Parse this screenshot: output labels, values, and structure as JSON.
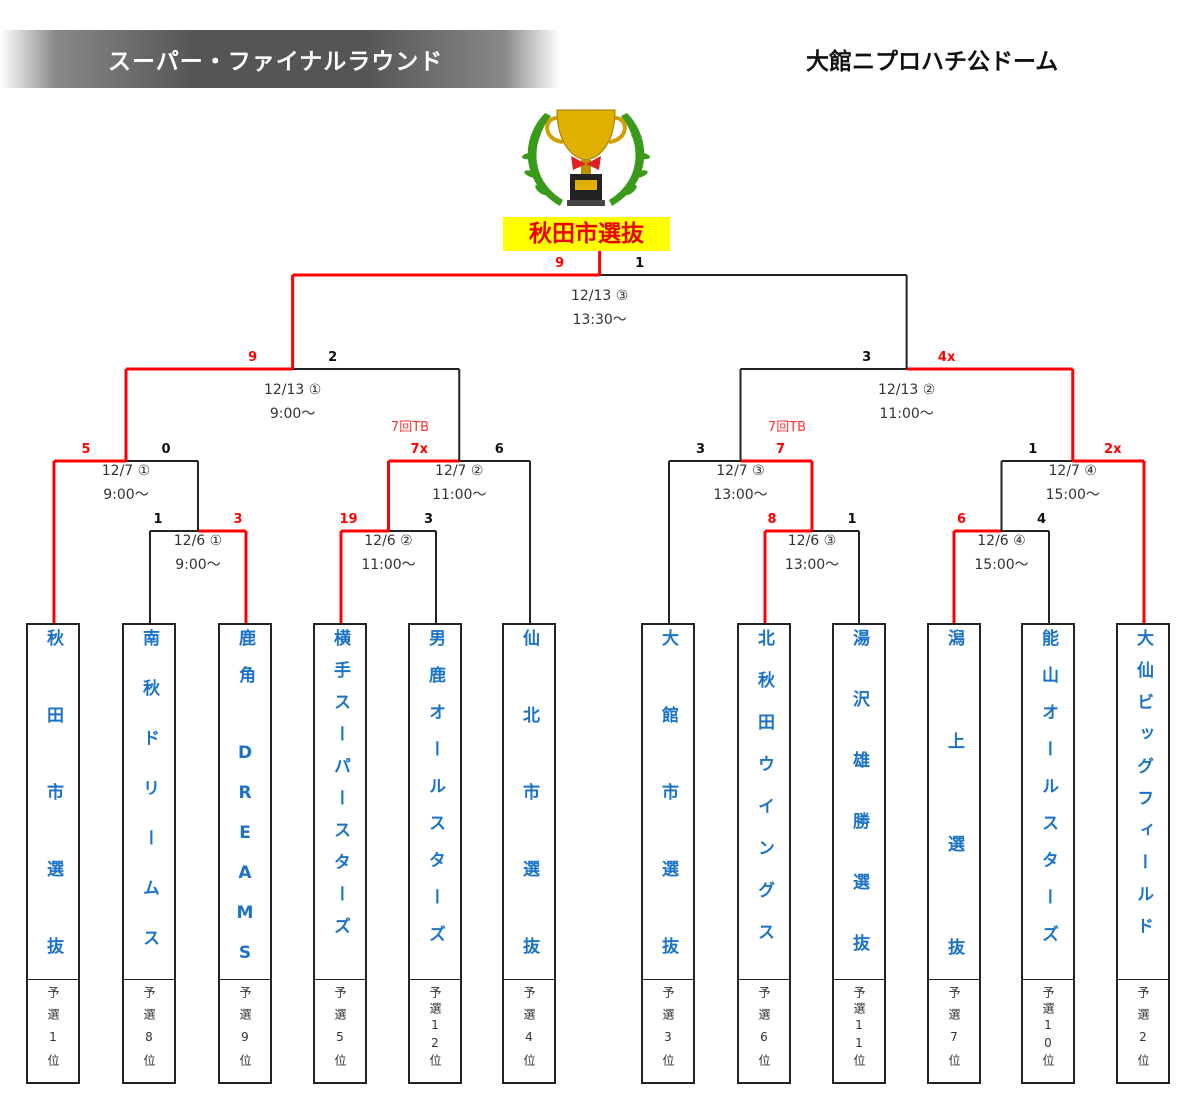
{
  "header": {
    "title": "スーパー・ファイナルラウンド",
    "venue": "大館ニプロハチ公ドーム"
  },
  "champion": "秋田市選抜",
  "colors": {
    "win": "#ff0000",
    "line": "#222222",
    "team": "#1a73c8"
  },
  "teams": [
    {
      "name": "秋田市選抜",
      "rank": "予選1位"
    },
    {
      "name": "南秋ドリームス",
      "rank": "予選8位"
    },
    {
      "name": "鹿角 DREAMS",
      "rank": "予選9位"
    },
    {
      "name": "横手スーパースターズ",
      "rank": "予選5位"
    },
    {
      "name": "男鹿オールスターズ",
      "rank": "予選12位"
    },
    {
      "name": "仙北市選抜",
      "rank": "予選4位"
    },
    {
      "name": "大館市選抜",
      "rank": "予選3位"
    },
    {
      "name": "北秋田ウイングス",
      "rank": "予選6位"
    },
    {
      "name": "湯沢雄勝選抜",
      "rank": "予選11位"
    },
    {
      "name": "潟上選抜",
      "rank": "予選7位"
    },
    {
      "name": "能山オールスターズ",
      "rank": "予選10位"
    },
    {
      "name": "大仙ビッグフィールド",
      "rank": "予選2位"
    }
  ],
  "matches": [
    {
      "id": "m1",
      "date": "12/6 ①",
      "time": "9:00～",
      "left_score": "1",
      "right_score": "3",
      "winner": "right"
    },
    {
      "id": "m2",
      "date": "12/6 ②",
      "time": "11:00～",
      "left_score": "19",
      "right_score": "3",
      "winner": "left"
    },
    {
      "id": "m3",
      "date": "12/6 ③",
      "time": "13:00～",
      "left_score": "8",
      "right_score": "1",
      "winner": "left"
    },
    {
      "id": "m4",
      "date": "12/6 ④",
      "time": "15:00～",
      "left_score": "6",
      "right_score": "4",
      "winner": "left"
    },
    {
      "id": "m5",
      "date": "12/7 ①",
      "time": "9:00～",
      "left_score": "5",
      "right_score": "0",
      "winner": "left"
    },
    {
      "id": "m6",
      "date": "12/7 ②",
      "time": "11:00～",
      "left_score": "7x",
      "right_score": "6",
      "winner": "left",
      "note": "7回TB"
    },
    {
      "id": "m7",
      "date": "12/7 ③",
      "time": "13:00～",
      "left_score": "3",
      "right_score": "7",
      "winner": "right",
      "note": "7回TB"
    },
    {
      "id": "m8",
      "date": "12/7 ④",
      "time": "15:00～",
      "left_score": "1",
      "right_score": "2x",
      "winner": "right"
    },
    {
      "id": "m9",
      "date": "12/13 ①",
      "time": "9:00～",
      "left_score": "9",
      "right_score": "2",
      "winner": "left"
    },
    {
      "id": "m10",
      "date": "12/13 ②",
      "time": "11:00～",
      "left_score": "3",
      "right_score": "4x",
      "winner": "right"
    },
    {
      "id": "m11",
      "date": "12/13 ③",
      "time": "13:30～",
      "left_score": "9",
      "right_score": "1",
      "winner": "left"
    }
  ]
}
